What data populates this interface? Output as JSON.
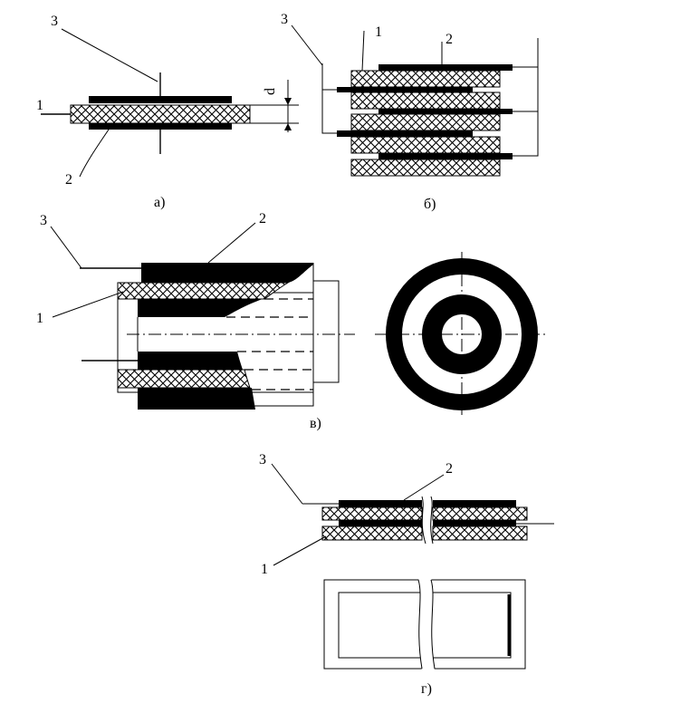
{
  "diagram": {
    "panels": [
      {
        "id": "a",
        "caption": "а)",
        "labels": {
          "dielectric": "1",
          "plate": "2",
          "lead": "3",
          "thickness": "d"
        }
      },
      {
        "id": "b",
        "caption": "б)",
        "labels": {
          "dielectric": "1",
          "plate": "2",
          "lead": "3"
        }
      },
      {
        "id": "v",
        "caption": "в)",
        "labels": {
          "dielectric": "1",
          "plate": "2",
          "lead": "3"
        }
      },
      {
        "id": "g",
        "caption": "г)",
        "labels": {
          "dielectric": "1",
          "plate": "2",
          "lead": "3"
        }
      }
    ]
  }
}
